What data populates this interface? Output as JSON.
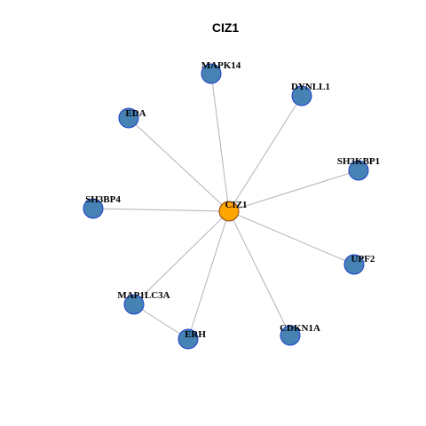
{
  "title": "CIZ1",
  "colors": {
    "hub_fill": "#FFA500",
    "hub_stroke": "#8B4513",
    "node_fill": "#4682B4",
    "node_stroke": "#1E3FCC",
    "edge": "#B3B3B3"
  },
  "nodes": [
    {
      "id": "CIZ1",
      "label": "CIZ1",
      "hub": true
    },
    {
      "id": "MAPK14",
      "label": "MAPK14"
    },
    {
      "id": "DYNLL1",
      "label": "DYNLL1"
    },
    {
      "id": "EDA",
      "label": "EDA"
    },
    {
      "id": "SH3KBP1",
      "label": "SH3KBP1"
    },
    {
      "id": "SH3BP4",
      "label": "SH3BP4"
    },
    {
      "id": "UPF2",
      "label": "UPF2"
    },
    {
      "id": "MAP1LC3A",
      "label": "MAP1LC3A"
    },
    {
      "id": "CDKN1A",
      "label": "CDKN1A"
    },
    {
      "id": "ERH",
      "label": "ERH"
    }
  ],
  "edges": [
    [
      "CIZ1",
      "MAPK14"
    ],
    [
      "CIZ1",
      "DYNLL1"
    ],
    [
      "CIZ1",
      "EDA"
    ],
    [
      "CIZ1",
      "SH3KBP1"
    ],
    [
      "CIZ1",
      "SH3BP4"
    ],
    [
      "CIZ1",
      "UPF2"
    ],
    [
      "CIZ1",
      "MAP1LC3A"
    ],
    [
      "CIZ1",
      "CDKN1A"
    ],
    [
      "CIZ1",
      "ERH"
    ],
    [
      "MAP1LC3A",
      "ERH"
    ]
  ]
}
